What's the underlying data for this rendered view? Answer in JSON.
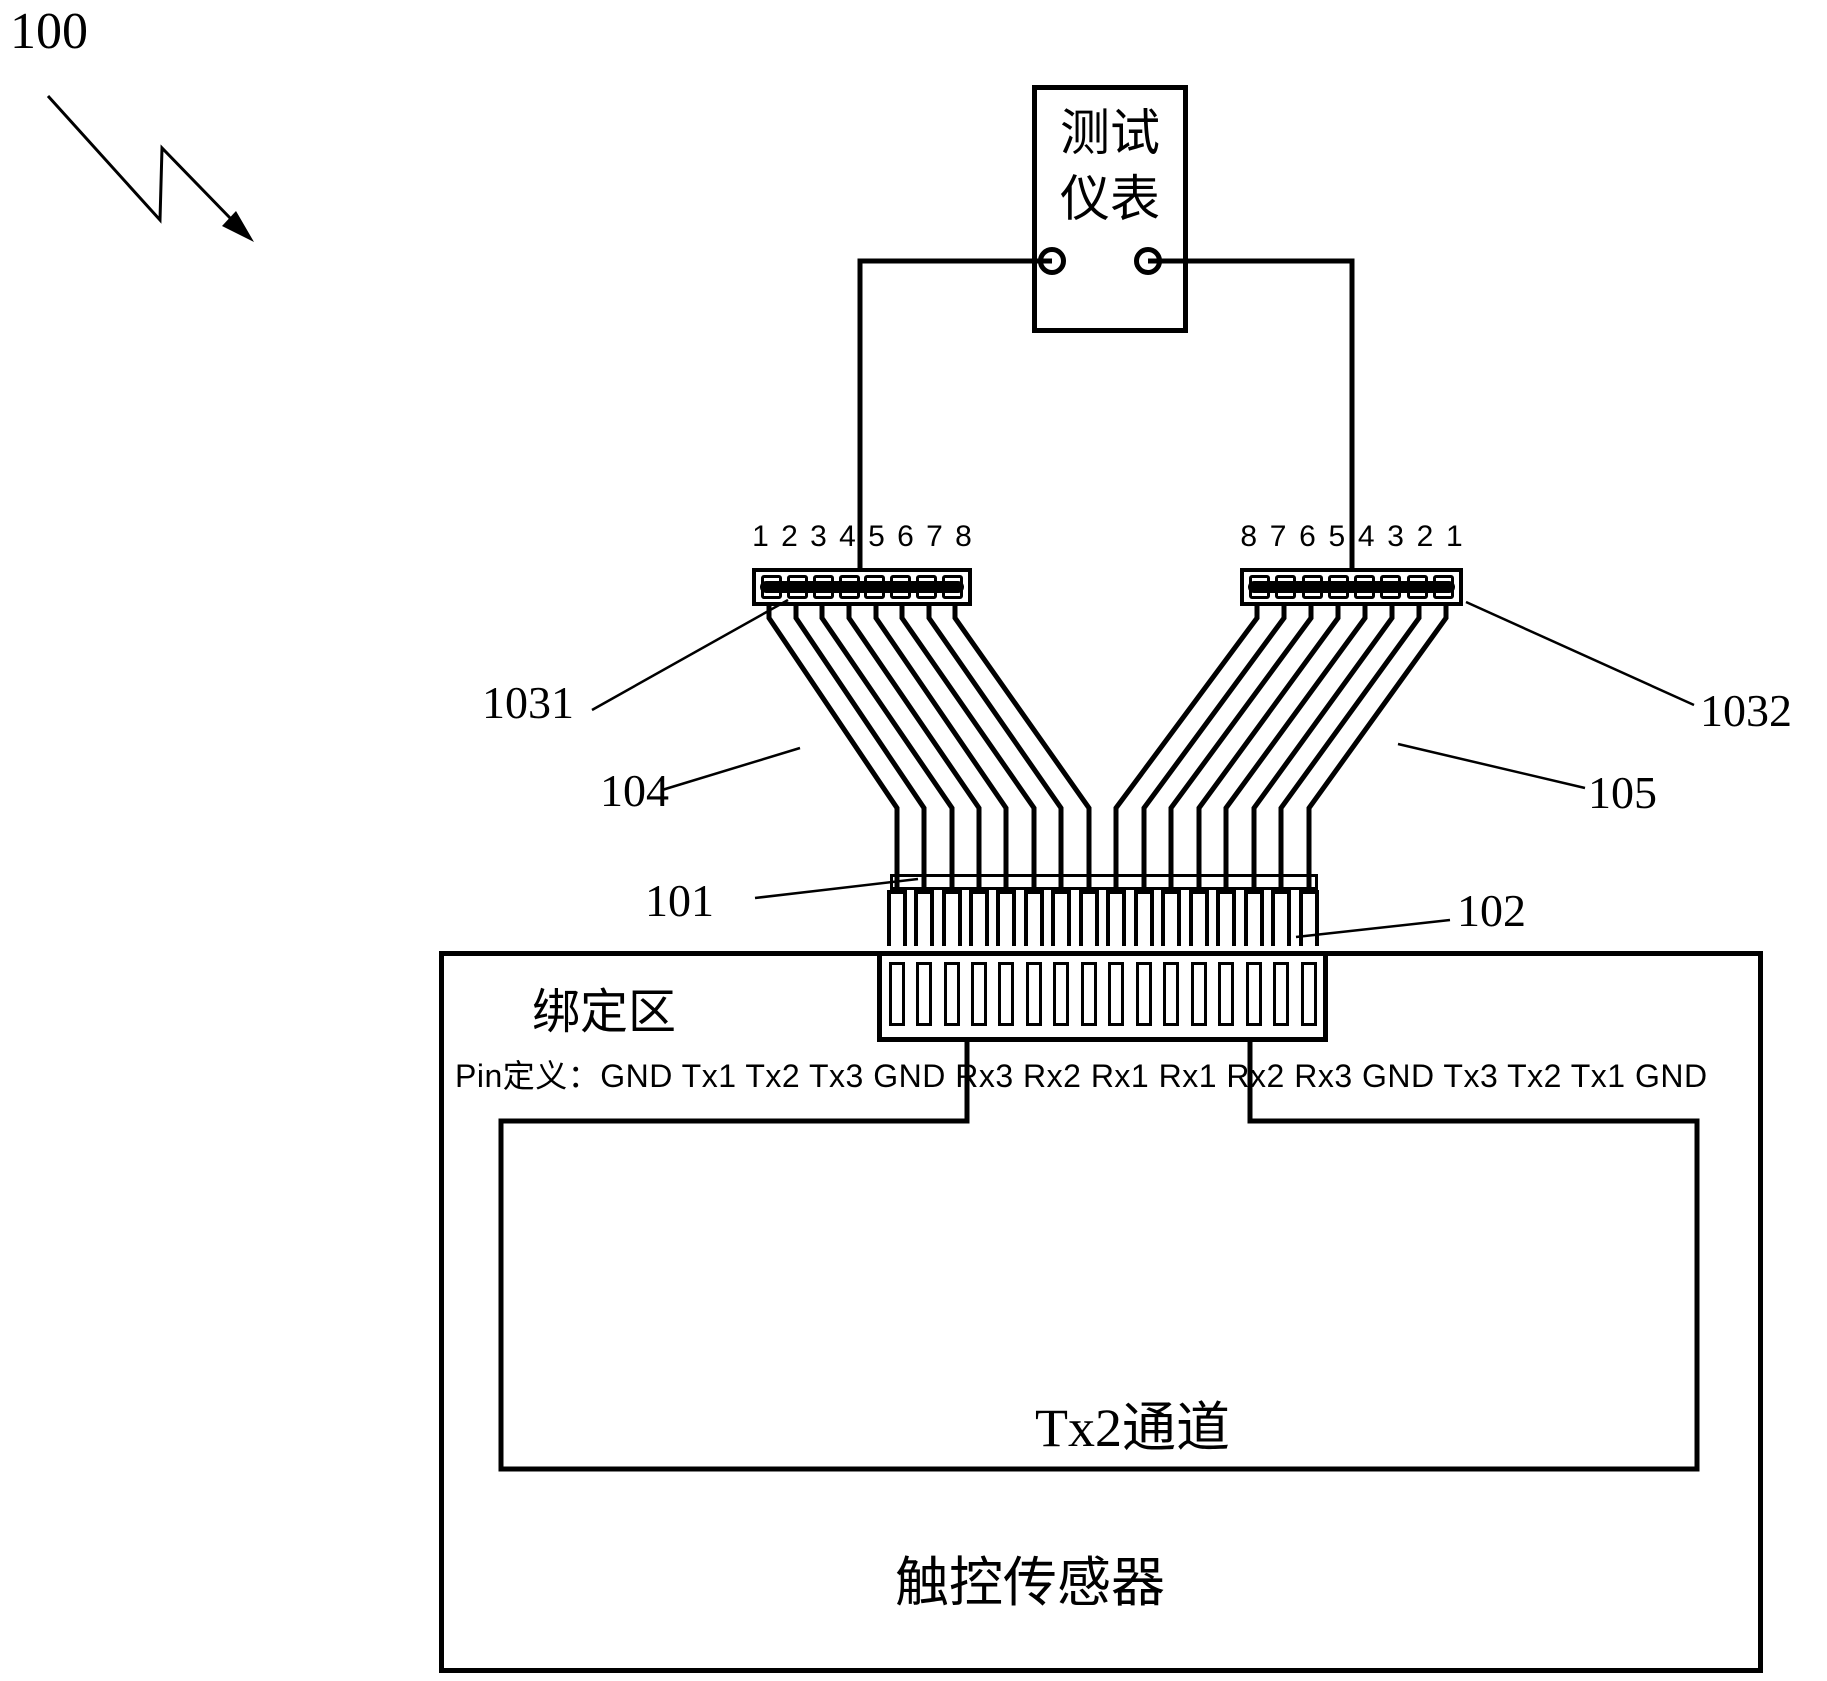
{
  "figure_label": "100",
  "tester": {
    "name": "测试仪表",
    "name_line1": "测试",
    "name_line2": "仪表"
  },
  "connectors": {
    "left": {
      "ref": "1031",
      "pins": [
        "1",
        "2",
        "3",
        "4",
        "5",
        "6",
        "7",
        "8"
      ]
    },
    "right": {
      "ref": "1032",
      "pins": [
        "8",
        "7",
        "6",
        "5",
        "4",
        "3",
        "2",
        "1"
      ]
    }
  },
  "refs": {
    "left_connector": "1031",
    "right_connector": "1032",
    "left_bundle": "104",
    "right_bundle": "105",
    "fpc_bar": "101",
    "bond_fork": "102"
  },
  "bonding_area": {
    "title": "绑定区",
    "pin_definition": "Pin定义：GND Tx1 Tx2 Tx3 GND Rx3 Rx2 Rx1 Rx1 Rx2 Rx3 GND Tx3 Tx2 Tx1 GND",
    "pins": [
      "GND",
      "Tx1",
      "Tx2",
      "Tx3",
      "GND",
      "Rx3",
      "Rx2",
      "Rx1",
      "Rx1",
      "Rx2",
      "Rx3",
      "GND",
      "Tx3",
      "Tx2",
      "Tx1",
      "GND"
    ]
  },
  "sensor": {
    "name": "触控传感器",
    "channel_label": "Tx2通道"
  },
  "colors": {
    "line": "#000000",
    "background": "#ffffff"
  }
}
